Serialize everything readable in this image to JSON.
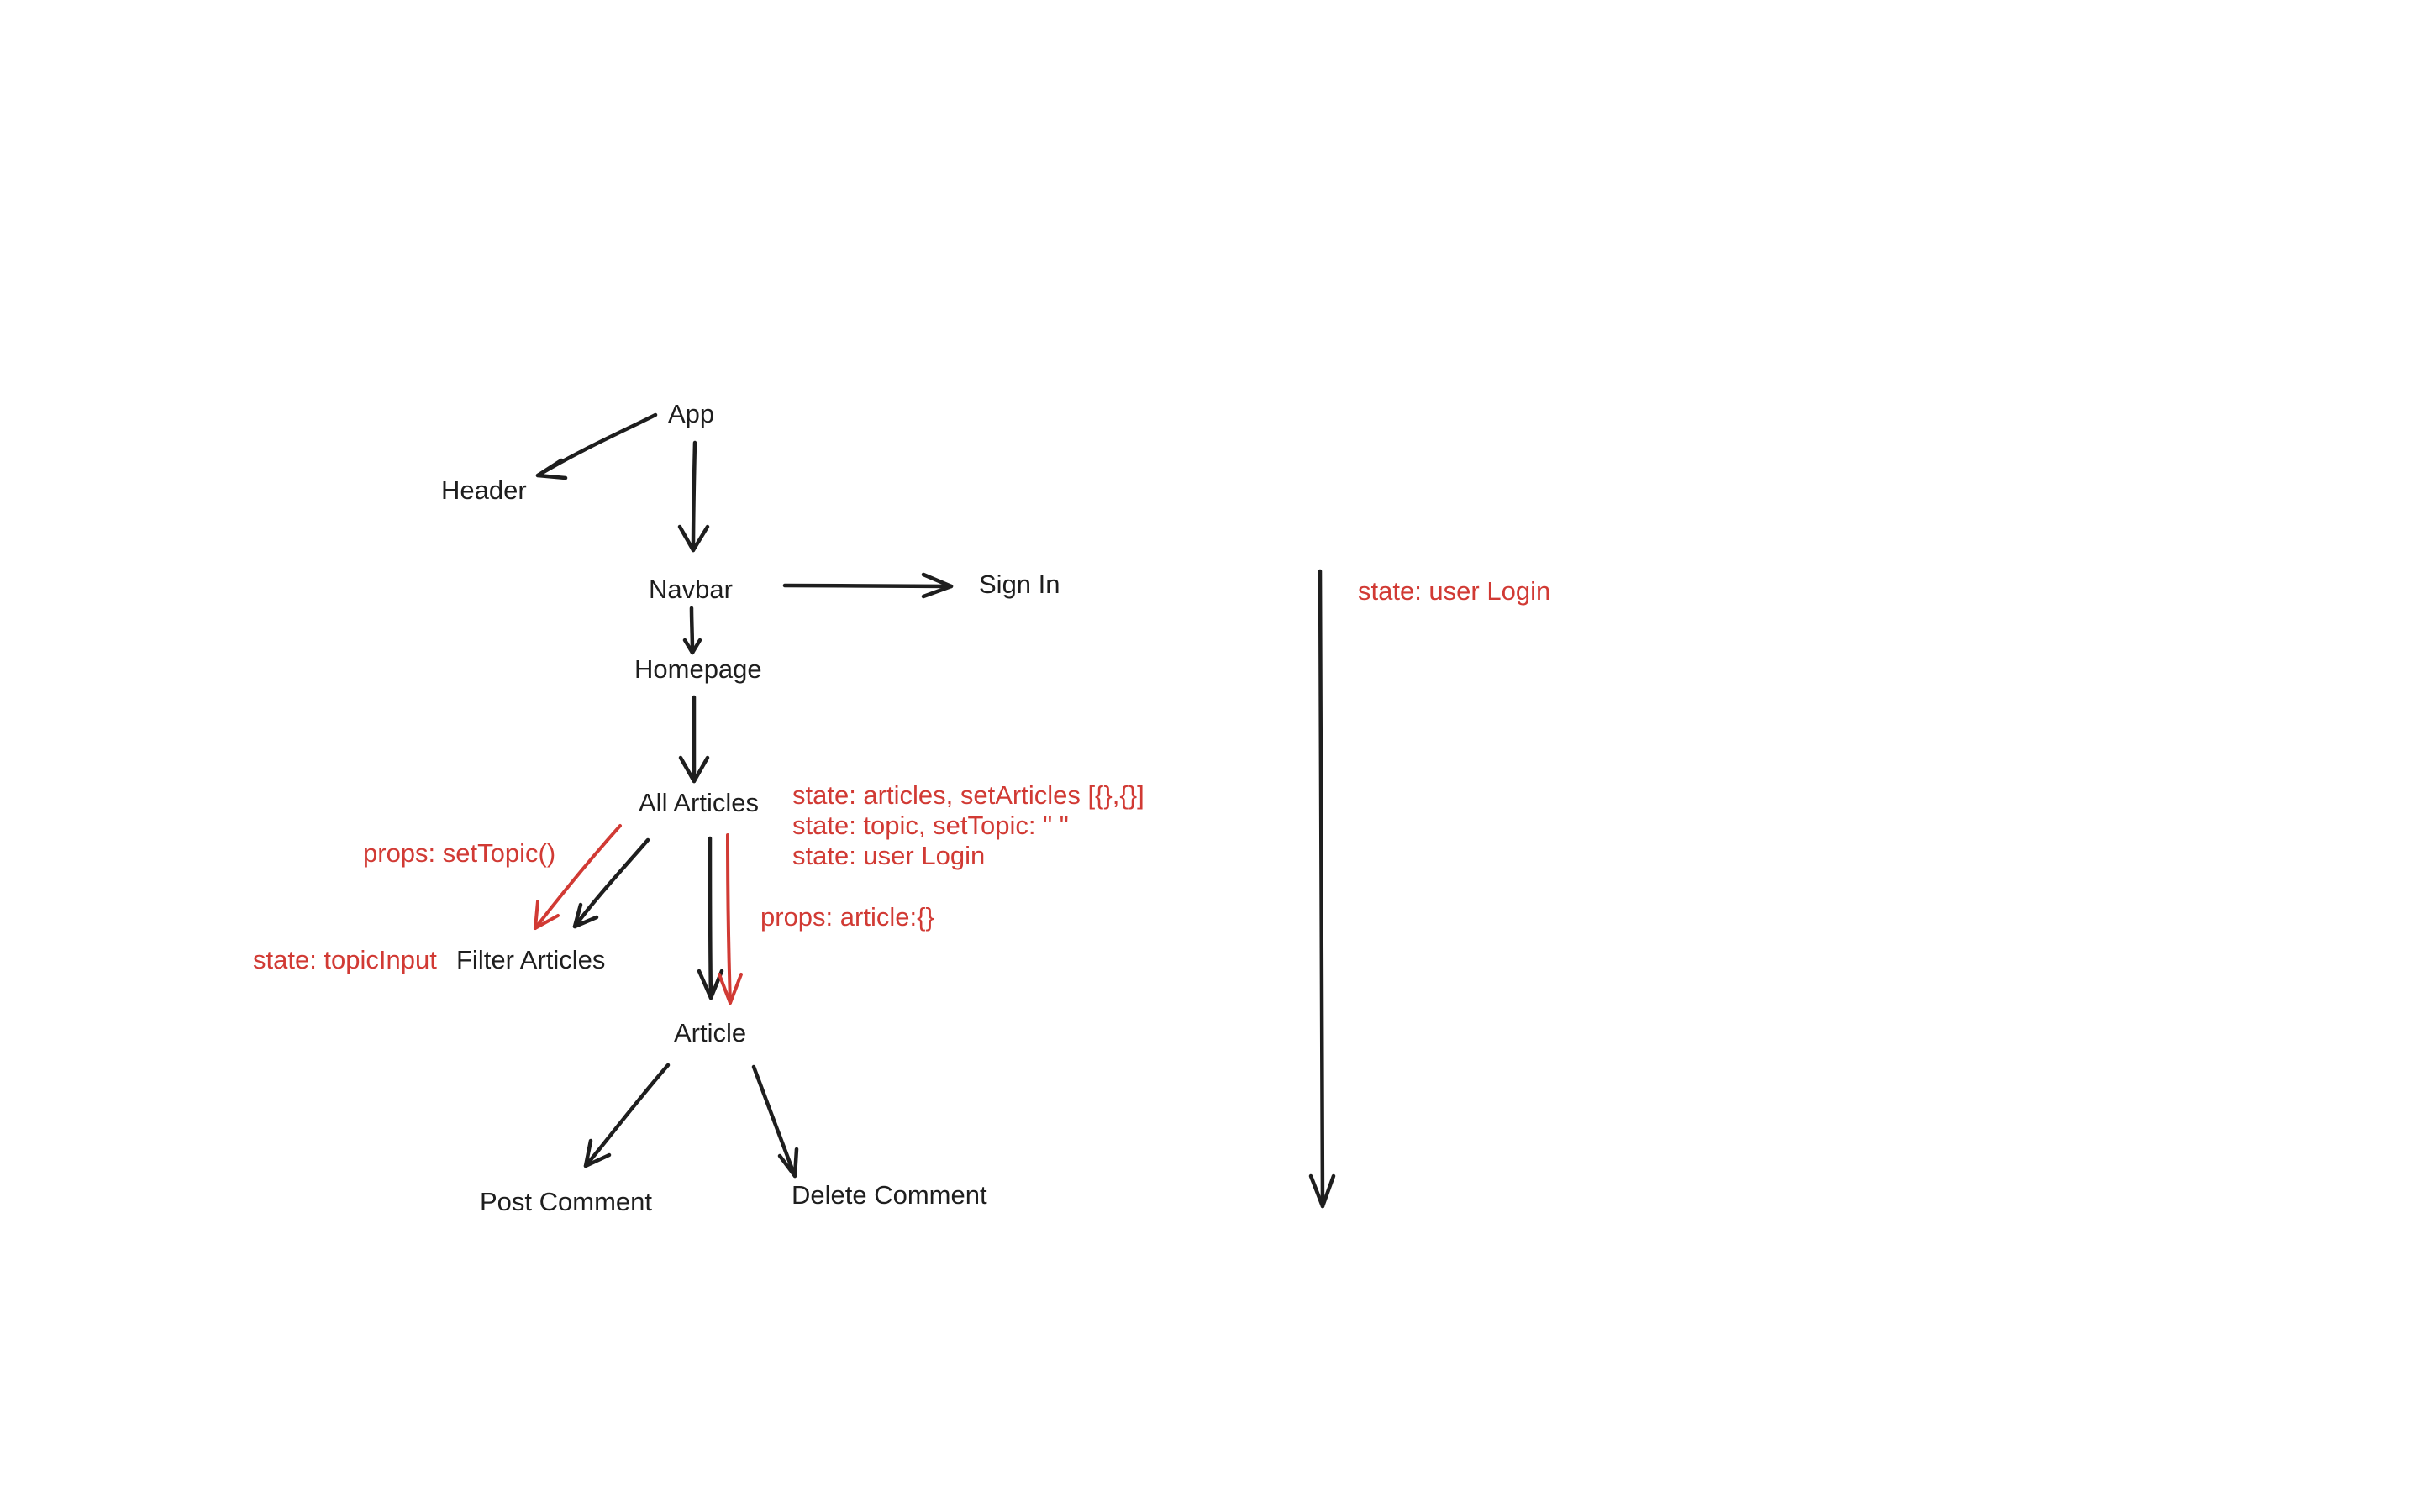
{
  "nodes": {
    "app": "App",
    "header": "Header",
    "navbar": "Navbar",
    "sign_in": "Sign In",
    "homepage": "Homepage",
    "all_articles": "All Articles",
    "filter_articles": "Filter Articles",
    "article": "Article",
    "post_comment": "Post Comment",
    "delete_comment": "Delete Comment"
  },
  "annotations": {
    "state_user_login_side": "state: user Login",
    "state_articles": "state: articles, setArticles [{},{}]",
    "state_topic": "state: topic, setTopic: \" \"",
    "state_user_login": "state: user Login",
    "props_set_topic": "props: setTopic()",
    "state_topic_input": "state: topicInput",
    "props_article": "props: article:{}"
  },
  "colors": {
    "ink": "#1e1e1e",
    "annotation": "#d13a34",
    "background": "#ffffff"
  }
}
